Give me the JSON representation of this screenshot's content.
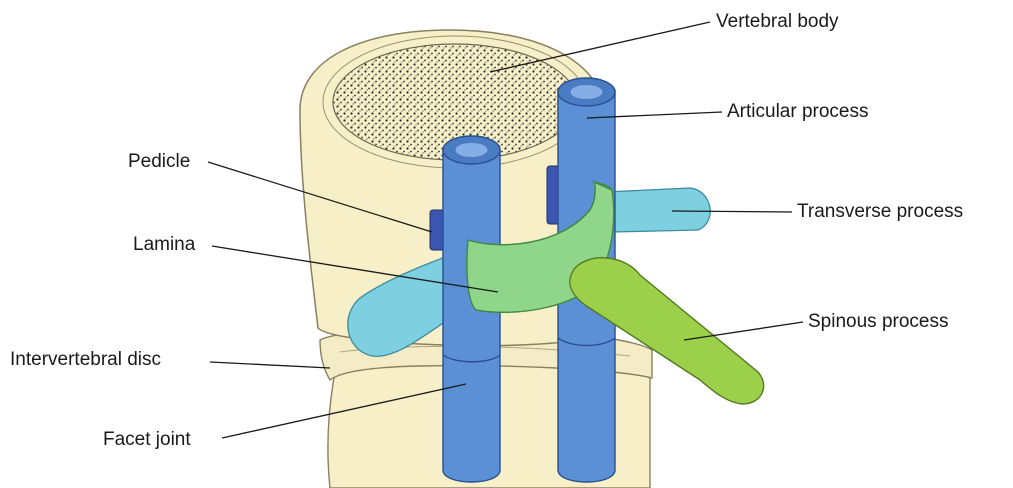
{
  "labels": {
    "vertebral_body": "Vertebral body",
    "articular_process": "Articular process",
    "pedicle": "Pedicle",
    "transverse_process": "Transverse process",
    "lamina": "Lamina",
    "spinous_process": "Spinous process",
    "intervertebral_disc": "Intervertebral disc",
    "facet_joint": "Facet joint"
  },
  "colors": {
    "bone": "#f6efc8",
    "bone_outline": "#8a8060",
    "articular_blue": "#5b8fd6",
    "transverse_cyan": "#7ed0e0",
    "lamina_green": "#8fd68a",
    "spinous_green": "#9ccf4a",
    "pedicle_navy": "#3c55b0",
    "cancellous": "#2a2a2a"
  }
}
